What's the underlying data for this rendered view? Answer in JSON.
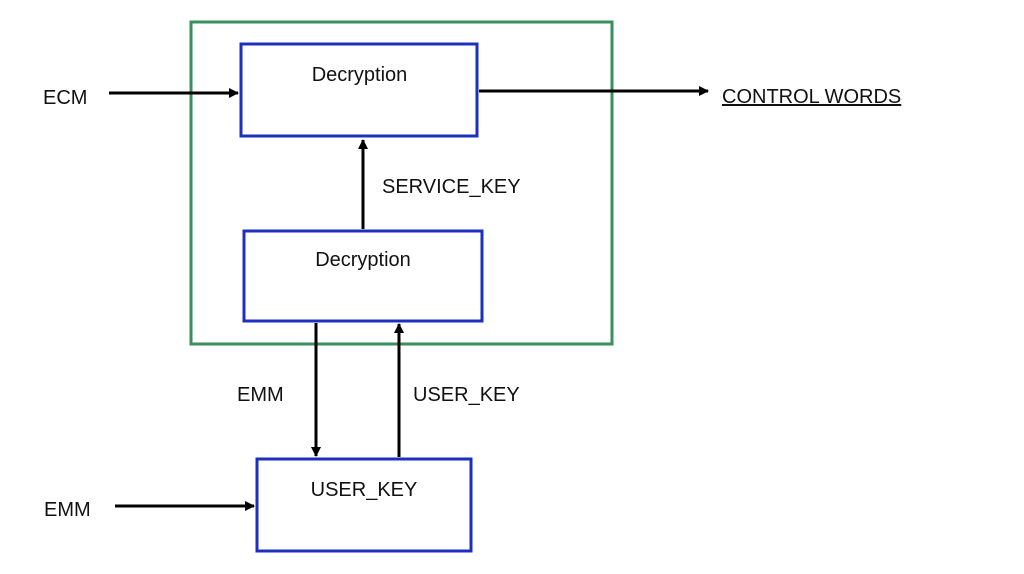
{
  "blocks": {
    "top_decryption": "Decryption",
    "middle_decryption": "Decryption",
    "user_key_store": "USER_KEY"
  },
  "signals": {
    "ecm_input": "ECM",
    "control_words_output": "CONTROL WORDS",
    "service_key": "SERVICE_KEY",
    "emm_to_store": "EMM",
    "user_key_to_decryption": "USER_KEY",
    "emm_input": "EMM"
  },
  "colors": {
    "container_border": "#3a8f5e",
    "block_border": "#1c2fc0",
    "arrow": "#000000"
  }
}
